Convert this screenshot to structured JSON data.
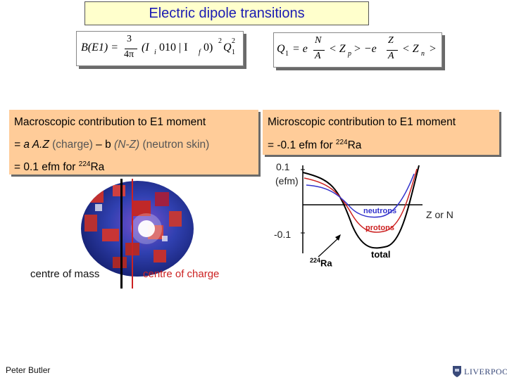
{
  "slide": {
    "title": "Electric dipole transitions",
    "footer_author": "Peter Butler",
    "logo_text": "LIVERPOOL"
  },
  "equations": {
    "left": {
      "lhs": "B(E1) =",
      "num": "3",
      "den": "4π",
      "rhs": "(I",
      "rhs_sub": "i",
      "rhs2": "010 | I",
      "rhs_sub2": "f",
      "rhs3": "0)",
      "sq": "2",
      "q": "Q",
      "q_sub": "1",
      "q_sup": "2"
    },
    "right": {
      "lhs": "Q",
      "lhs_sub": "1",
      "eq": "= e",
      "n_num": "N",
      "n_den": "A",
      "zp": "< Z",
      "zp_sub": "p",
      "mid": "> −e",
      "z_num": "Z",
      "z_den": "A",
      "zn": "< Z",
      "zn_sub": "n",
      "end": ">"
    }
  },
  "macro": {
    "heading": "Macroscopic contribution to E1 moment",
    "line2_a": "= a A.Z ",
    "line2_charge": "(charge)",
    "line2_b": " – b ",
    "line2_nz": "(N-Z)",
    "line2_skin": " (neutron skin)",
    "line3_prefix": "= 0.1 efm for ",
    "mass_number": "224",
    "element": "Ra"
  },
  "micro": {
    "heading": "Microscopic contribution to E1 moment",
    "line2_prefix": "= -0.1 efm for ",
    "mass_number": "224",
    "element": "Ra"
  },
  "nucleus": {
    "label_mass": "centre of mass",
    "label_charge": "centre of charge",
    "color_mass_line": "#000000",
    "color_charge_line": "#cc2222"
  },
  "chart_data": {
    "type": "line",
    "ylabel_top": "0.1",
    "ylabel_unit": "(efm)",
    "ylabel_bottom": "-0.1",
    "xlabel": "Z or N",
    "annotation": "Ra",
    "annotation_mass": "224",
    "series": [
      {
        "name": "neutrons",
        "color": "#3333cc"
      },
      {
        "name": "protons",
        "color": "#cc2222"
      },
      {
        "name": "total",
        "color": "#000000"
      }
    ]
  }
}
